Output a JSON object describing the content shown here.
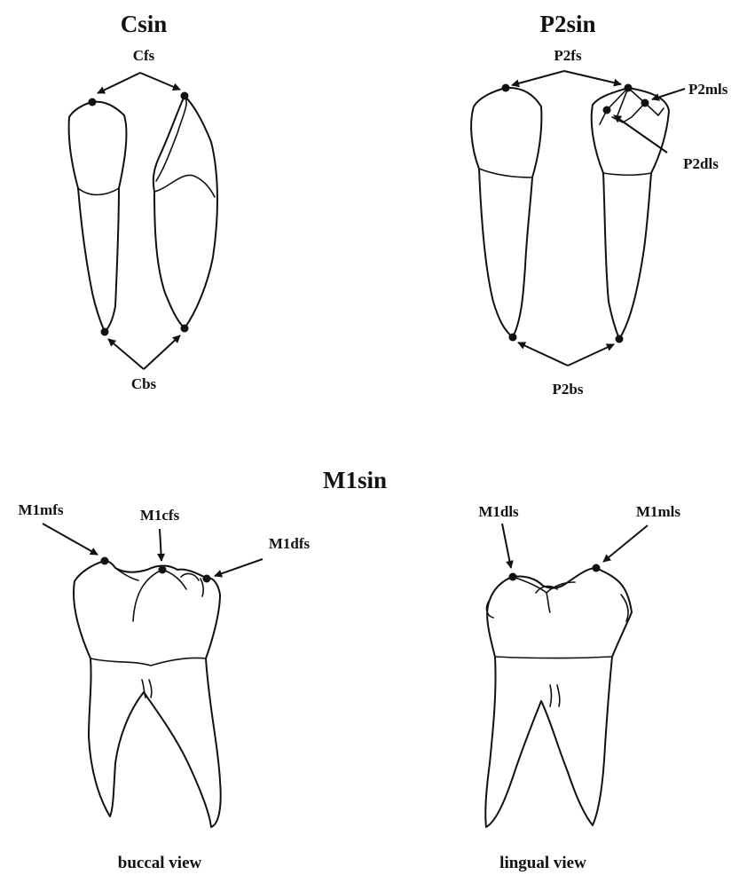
{
  "panels": {
    "canine": {
      "title": "Csin",
      "landmarks": {
        "fs": "Cfs",
        "bs": "Cbs"
      }
    },
    "premolar": {
      "title": "P2sin",
      "landmarks": {
        "fs": "P2fs",
        "mls": "P2mls",
        "dls": "P2dls",
        "bs": "P2bs"
      }
    },
    "molar": {
      "title": "M1sin",
      "buccal": {
        "caption": "buccal view",
        "landmarks": {
          "mfs": "M1mfs",
          "cfs": "M1cfs",
          "dfs": "M1dfs"
        }
      },
      "lingual": {
        "caption": "lingual view",
        "landmarks": {
          "dls": "M1dls",
          "mls": "M1mls"
        }
      }
    }
  }
}
